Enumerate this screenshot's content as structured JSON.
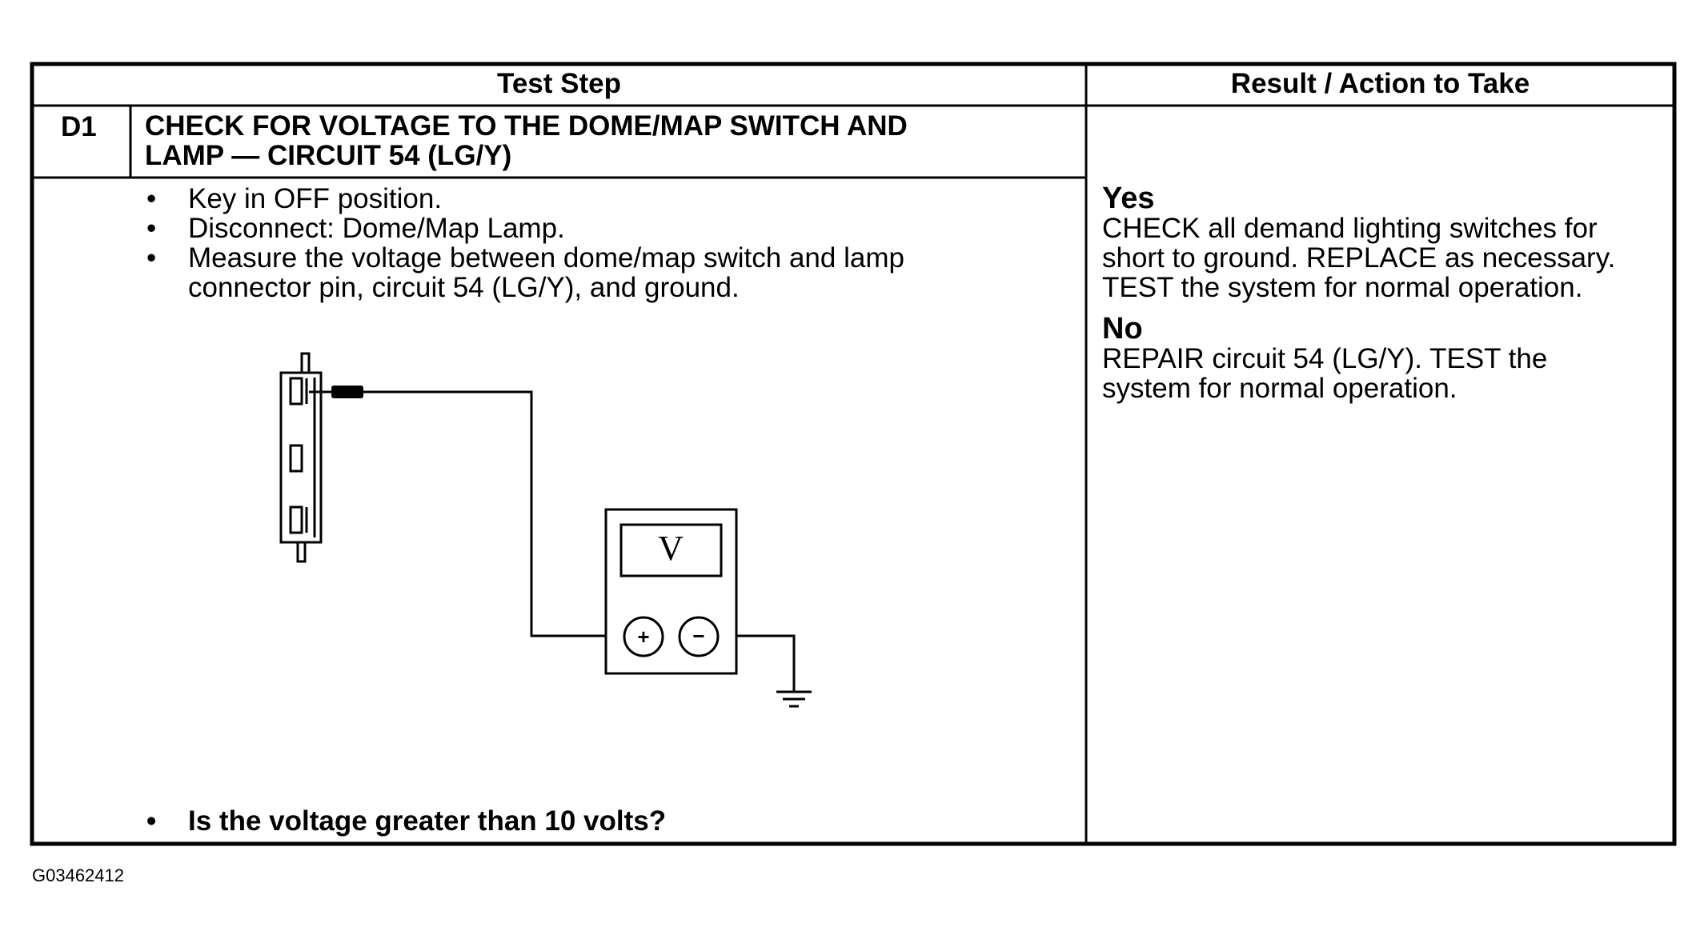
{
  "table": {
    "header": {
      "test_step": "Test Step",
      "result_action": "Result / Action to Take"
    },
    "step": {
      "id": "D1",
      "title": "CHECK FOR VOLTAGE TO THE DOME/MAP SWITCH AND LAMP — CIRCUIT 54 (LG/Y)",
      "title_line1": "CHECK FOR VOLTAGE TO THE DOME/MAP SWITCH AND",
      "title_line2": "LAMP — CIRCUIT 54 (LG/Y)",
      "instructions": [
        "Key in OFF position.",
        "Disconnect: Dome/Map Lamp.",
        "Measure the voltage between dome/map switch and lamp connector pin, circuit 54 (LG/Y), and ground."
      ],
      "instruction_3_line1": "Measure the voltage between dome/map switch and lamp",
      "instruction_3_line2": "connector pin, circuit 54 (LG/Y), and ground.",
      "question": "Is the voltage greater than 10 volts?",
      "bullet": "•"
    },
    "results": {
      "yes": {
        "label": "Yes",
        "lines": [
          "CHECK all demand lighting switches for",
          "short to ground. REPLACE as necessary.",
          "TEST the system for normal operation."
        ]
      },
      "no": {
        "label": "No",
        "lines": [
          "REPAIR circuit 54 (LG/Y). TEST the",
          "system for normal operation."
        ]
      }
    }
  },
  "diagram": {
    "meter_display": "V",
    "positive_terminal": "+",
    "negative_terminal": "−"
  },
  "figure_id": "G03462412"
}
